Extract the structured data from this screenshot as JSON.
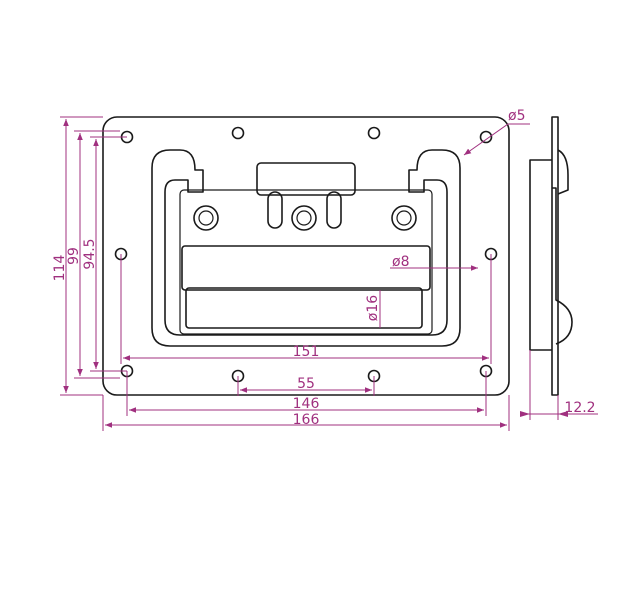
{
  "dimensions": {
    "height_total": "114",
    "height_hole_spacing": "99",
    "height_inner": "94.5",
    "hole_diameter": "ø5",
    "rivet_diameter": "ø8",
    "handle_diameter": "ø16",
    "width_inner_holes": "151",
    "width_center_holes": "55",
    "width_hole_spacing": "146",
    "width_total": "166",
    "depth": "12.2"
  },
  "colors": {
    "outline": "#1a1a1a",
    "dimension": "#a0307f"
  }
}
